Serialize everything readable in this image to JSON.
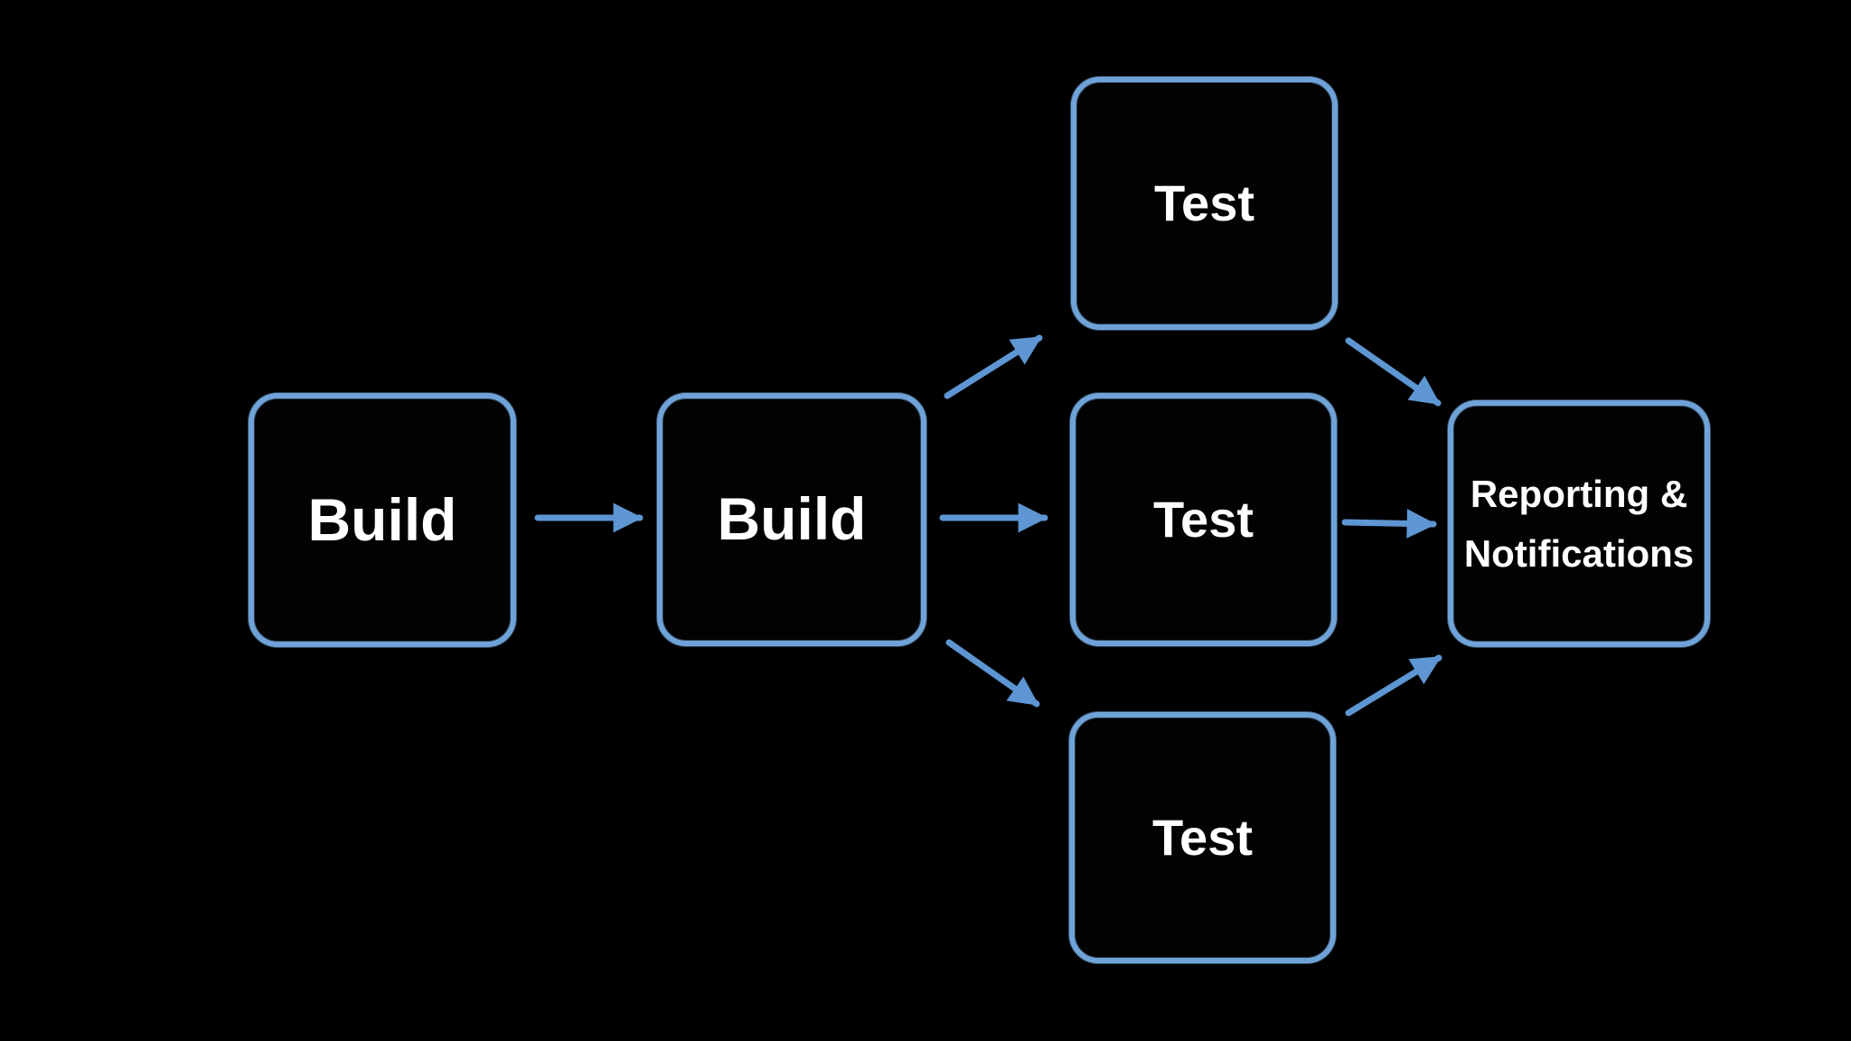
{
  "diagram": {
    "background": "#000000",
    "node_border_color": "#6fa3d8",
    "node_fill_color": "#020202",
    "node_text_color": "#ffffff",
    "arrow_color": "#5d96d2",
    "nodes": [
      {
        "id": "build-1",
        "label": "Build"
      },
      {
        "id": "build-2",
        "label": "Build"
      },
      {
        "id": "test-top",
        "label": "Test"
      },
      {
        "id": "test-middle",
        "label": "Test"
      },
      {
        "id": "test-bottom",
        "label": "Test"
      },
      {
        "id": "reporting",
        "label": "Reporting & Notifications",
        "lines": [
          "Reporting &",
          "Notifications"
        ]
      }
    ],
    "edges": [
      {
        "from": "build-1",
        "to": "build-2"
      },
      {
        "from": "build-2",
        "to": "test-top"
      },
      {
        "from": "build-2",
        "to": "test-middle"
      },
      {
        "from": "build-2",
        "to": "test-bottom"
      },
      {
        "from": "test-top",
        "to": "reporting"
      },
      {
        "from": "test-middle",
        "to": "reporting"
      },
      {
        "from": "test-bottom",
        "to": "reporting"
      }
    ]
  }
}
